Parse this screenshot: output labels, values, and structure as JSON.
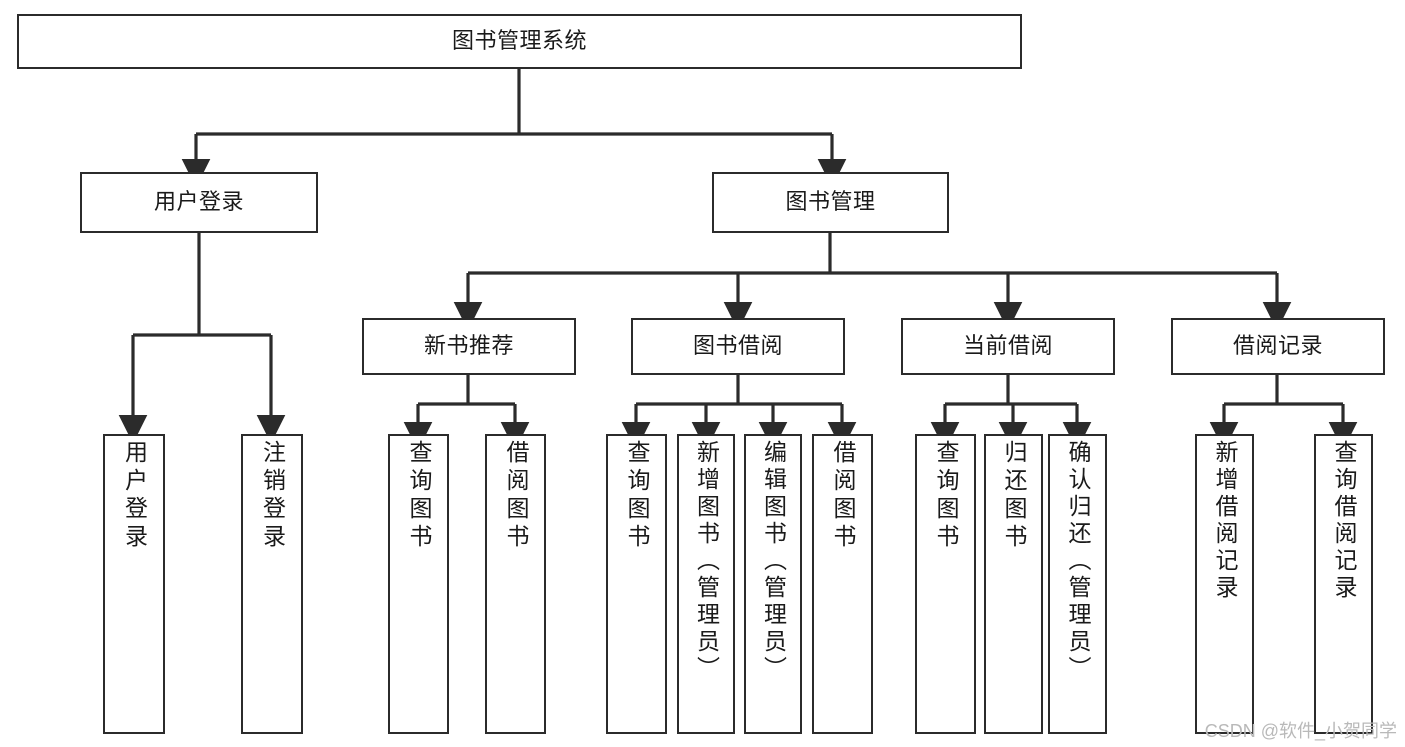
{
  "diagram": {
    "title": "图书管理系统",
    "type": "tree",
    "root": {
      "label": "图书管理系统"
    },
    "level2": [
      {
        "label": "用户登录"
      },
      {
        "label": "图书管理"
      }
    ],
    "level3": [
      {
        "label": "新书推荐"
      },
      {
        "label": "图书借阅"
      },
      {
        "label": "当前借阅"
      },
      {
        "label": "借阅记录"
      }
    ],
    "leaves": {
      "user_login": [
        {
          "label": "用户登录"
        },
        {
          "label": "注销登录"
        }
      ],
      "new_book_recommend": [
        {
          "label": "查询图书"
        },
        {
          "label": "借阅图书"
        }
      ],
      "book_borrow": [
        {
          "label": "查询图书"
        },
        {
          "label": "新增图书（管理员）"
        },
        {
          "label": "编辑图书（管理员）"
        },
        {
          "label": "借阅图书"
        }
      ],
      "current_borrow": [
        {
          "label": "查询图书"
        },
        {
          "label": "归还图书"
        },
        {
          "label": "确认归还（管理员）"
        }
      ],
      "borrow_record": [
        {
          "label": "新增借阅记录"
        },
        {
          "label": "查询借阅记录"
        }
      ]
    }
  },
  "watermark": {
    "text": "CSDN @软件_小贺同学"
  },
  "colors": {
    "stroke": "#2b2b2b",
    "fill": "#ffffff",
    "text": "#1a1a1a",
    "watermark": "#b9b9b9"
  }
}
